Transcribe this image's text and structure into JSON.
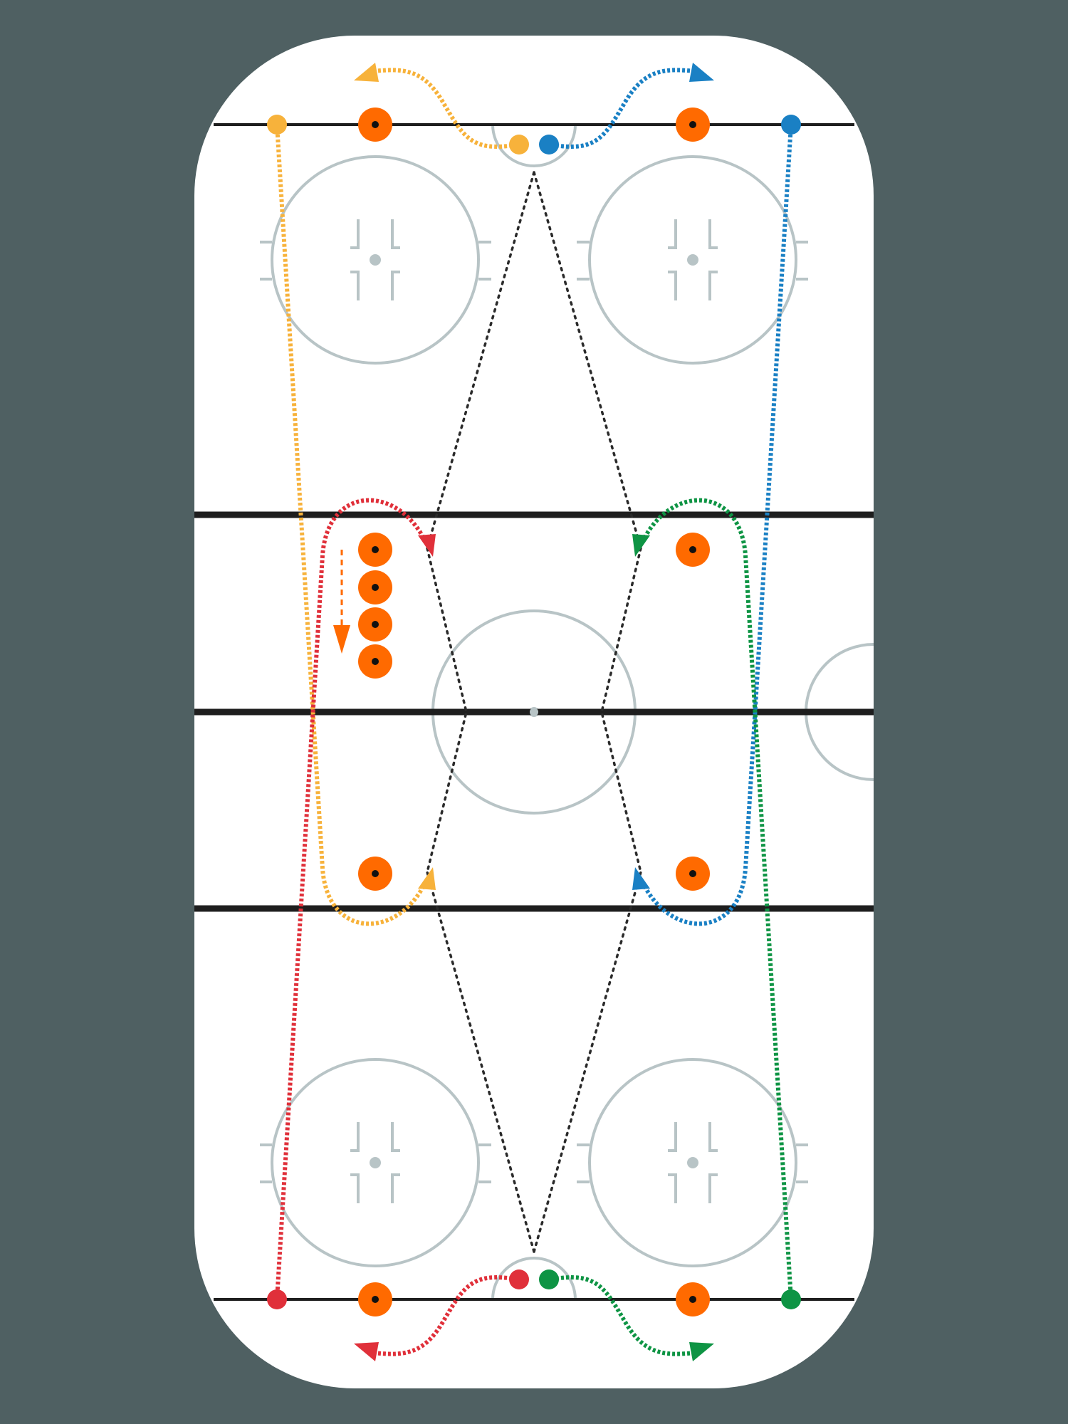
{
  "colors": {
    "background": "#4f6062",
    "ice": "#ffffff",
    "rink_markings": "#b8c4c6",
    "dark_lines": "#1e1e1e",
    "cone": "#ff6a00",
    "yellow": "#f7b23b",
    "blue": "#1a80c4",
    "red": "#e0303a",
    "green": "#0e9444",
    "pass": "#2a2a2a"
  },
  "legend_icons": {
    "cone": "cone-icon",
    "player": "player-dot-icon",
    "skate_path": "dotted-skate-path",
    "pass_path": "dotted-pass-path"
  },
  "players": [
    {
      "color": "yellow",
      "role": "start-top-left"
    },
    {
      "color": "yellow",
      "role": "net-top"
    },
    {
      "color": "blue",
      "role": "start-top-right"
    },
    {
      "color": "blue",
      "role": "net-top"
    },
    {
      "color": "red",
      "role": "start-bottom-left"
    },
    {
      "color": "red",
      "role": "net-bottom"
    },
    {
      "color": "green",
      "role": "start-bottom-right"
    },
    {
      "color": "green",
      "role": "net-bottom"
    }
  ],
  "cone_count": 11
}
